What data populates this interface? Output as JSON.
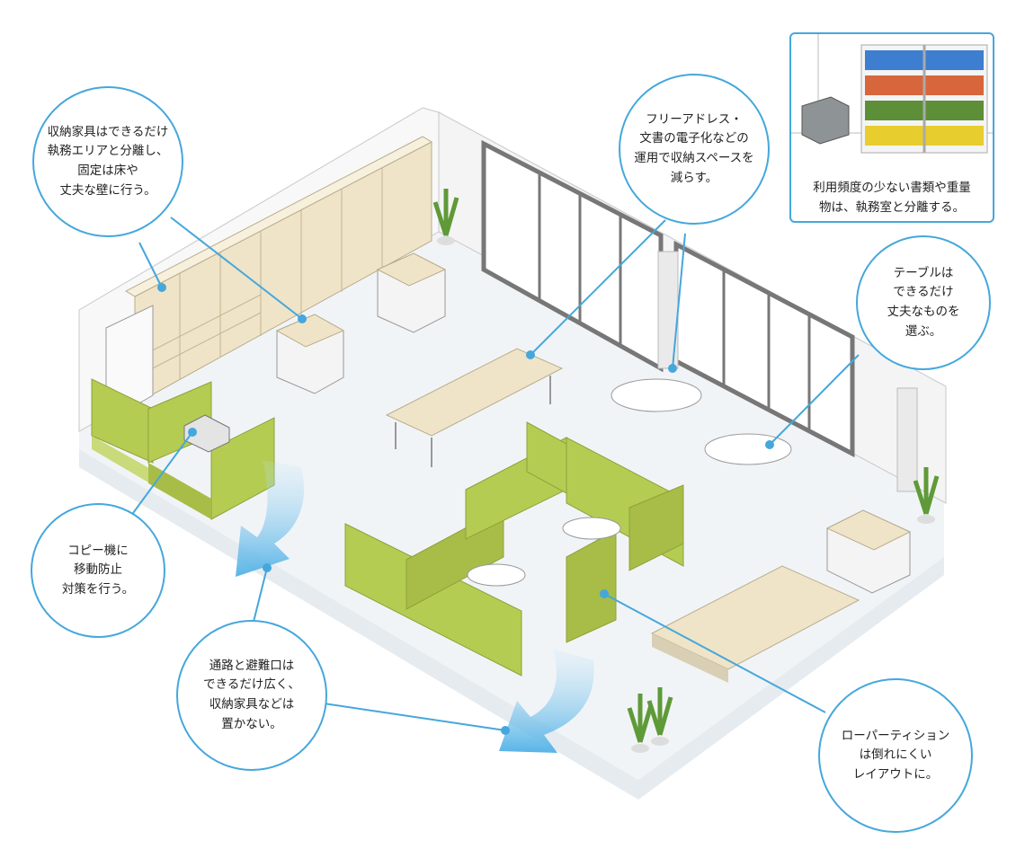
{
  "colors": {
    "accent": "#45a7dc",
    "floor": "#f1f4f7",
    "partition": "#b5cc52",
    "cabinet": "#eee3c9",
    "chair_orange": "#d9733c",
    "chair_blue": "#4a73c9",
    "chair_green": "#7fae4a"
  },
  "callouts": {
    "storage": "収納家具はできるだけ\n執務エリアと分離し、\n固定は床や\n丈夫な壁に行う。",
    "freeaddress": "フリーアドレス・\n文書の電子化などの\n運用で収納スペースを\n減らす。",
    "table": "テーブルは\nできるだけ\n丈夫なものを\n選ぶ。",
    "copier": "コピー機に\n移動防止\n対策を行う。",
    "aisle": "通路と避難口は\nできるだけ広く、\n収納家具などは\n置かない。",
    "partition": "ローパーティション\nは倒れにくい\nレイアウトに。"
  },
  "inset": {
    "caption": "利用頻度の少ない書類や重量\n物は、執務室と分離する。"
  }
}
